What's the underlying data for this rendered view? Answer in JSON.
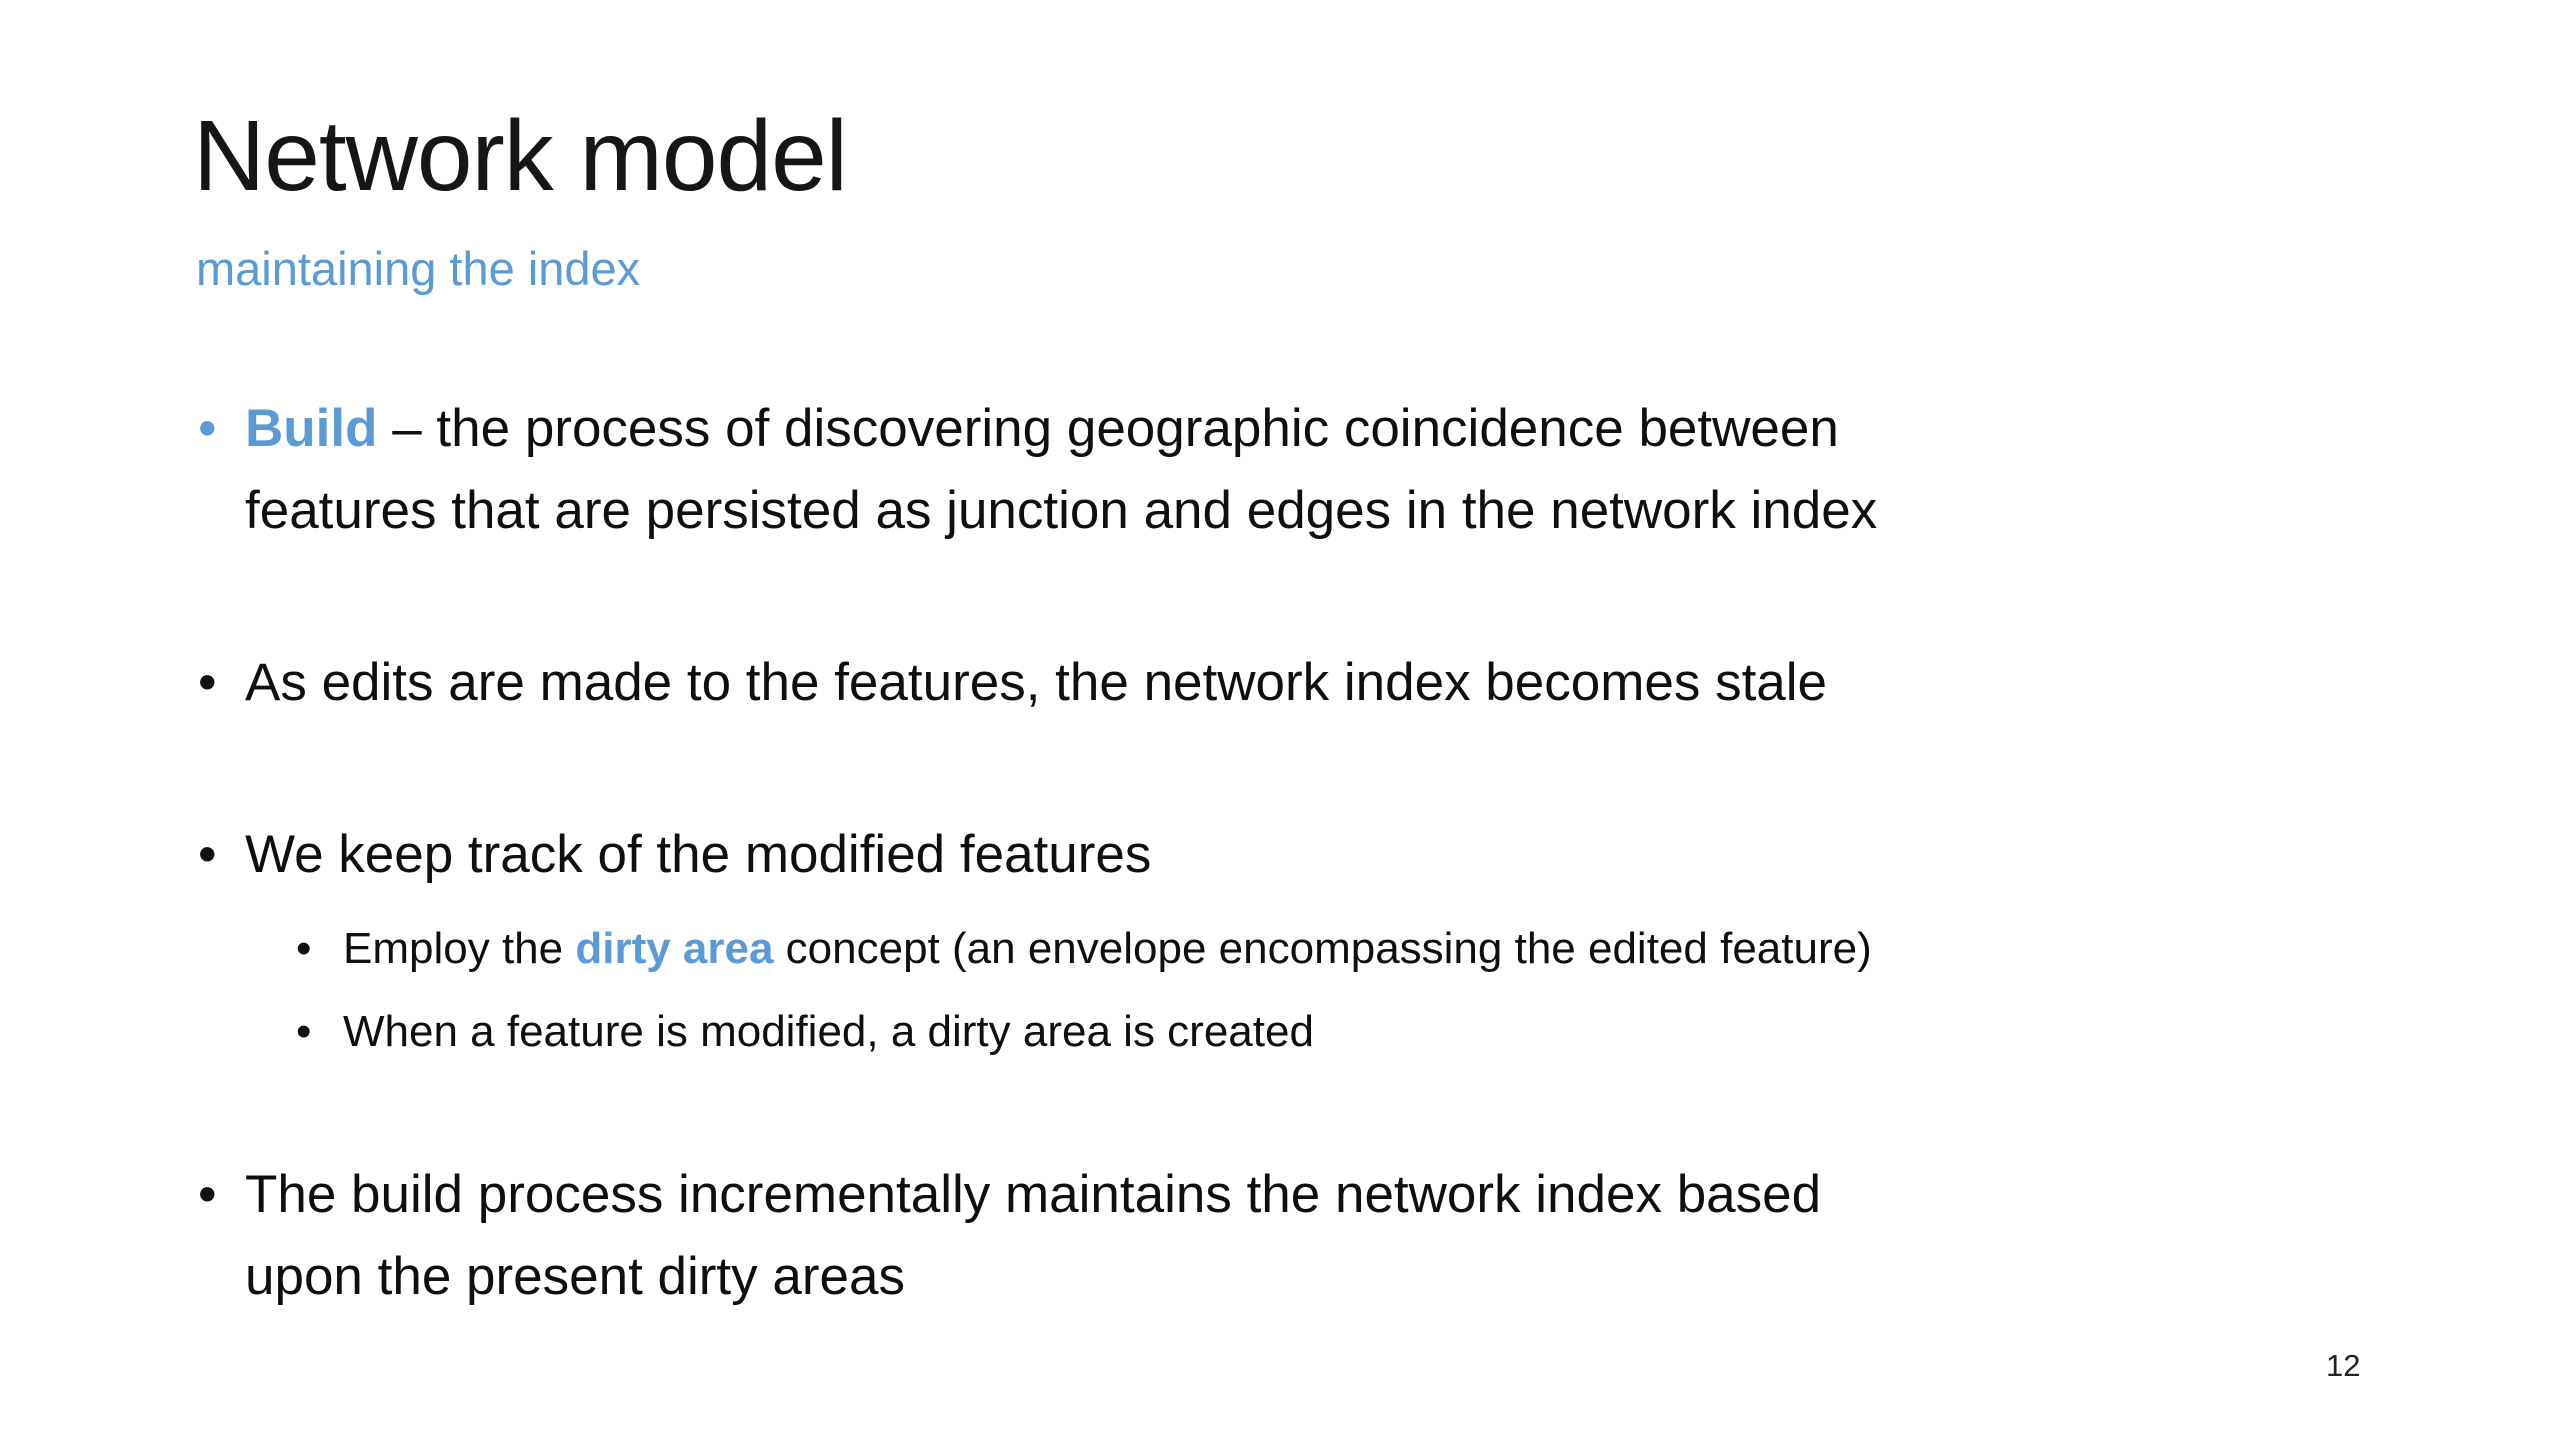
{
  "slide": {
    "title": "Network model",
    "subtitle": "maintaining the index",
    "page_number": "12",
    "colors": {
      "accent": "#5B9BD5",
      "body_text": "#111111",
      "background": "#FFFFFF"
    },
    "bullets": [
      {
        "level": 1,
        "marker": "•",
        "marker_style": "accent",
        "segments": [
          {
            "text": "Build",
            "style": "accent-bold"
          },
          {
            "text": " – the process of discovering geographic coincidence between\nfeatures that are persisted as junction and edges in the network index",
            "style": "normal"
          }
        ]
      },
      {
        "level": 1,
        "marker": "•",
        "marker_style": "normal",
        "segments": [
          {
            "text": "As edits are made to the features, the network index becomes stale",
            "style": "normal"
          }
        ]
      },
      {
        "level": 1,
        "marker": "•",
        "marker_style": "normal",
        "segments": [
          {
            "text": "We keep track of the modified features",
            "style": "normal"
          }
        ]
      },
      {
        "level": 2,
        "marker": "•",
        "marker_style": "normal",
        "segments": [
          {
            "text": "Employ the ",
            "style": "normal"
          },
          {
            "text": "dirty area",
            "style": "accent-bold"
          },
          {
            "text": " concept (an envelope encompassing the edited feature)",
            "style": "normal"
          }
        ]
      },
      {
        "level": 2,
        "marker": "•",
        "marker_style": "normal",
        "segments": [
          {
            "text": "When a feature is modified, a dirty area is created",
            "style": "normal"
          }
        ]
      },
      {
        "level": 1,
        "marker": "•",
        "marker_style": "normal",
        "segments": [
          {
            "text": "The build process incrementally maintains the network index based\nupon the present dirty areas",
            "style": "normal"
          }
        ]
      }
    ]
  }
}
